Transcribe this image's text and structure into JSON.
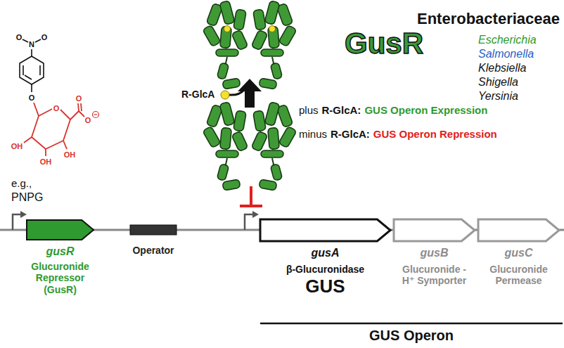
{
  "diagram": {
    "nodes": [
      {
        "text": [
          "gusR",
          "Glucuronide Repressor (GusR)"
        ]
      },
      {
        "text": [
          "Operator"
        ]
      },
      {
        "text": [
          "gusA",
          "β-Glucuronidase",
          "GUS"
        ]
      },
      {
        "text": [
          "gusB",
          "Glucuronide -H⁺ Symporter"
        ]
      },
      {
        "text": [
          "gusC",
          "Glucuronide Permease"
        ]
      }
    ],
    "labels": [
      "GusR",
      "Enterobacteriaceae",
      "Escherichia",
      "Salmonella",
      "Klebsiella",
      "Shigella",
      "Yersinia",
      "plus",
      "R-GlcA:",
      "GUS Operon Expression",
      "minus",
      "R-GlcA:",
      "GUS Operon Repression",
      "R-GlcA",
      "e.g.,",
      "PNPG",
      "GUS Operon",
      "O",
      "N",
      "O",
      "O",
      "O",
      "O",
      "O",
      "OH",
      "OH",
      "OH"
    ]
  }
}
